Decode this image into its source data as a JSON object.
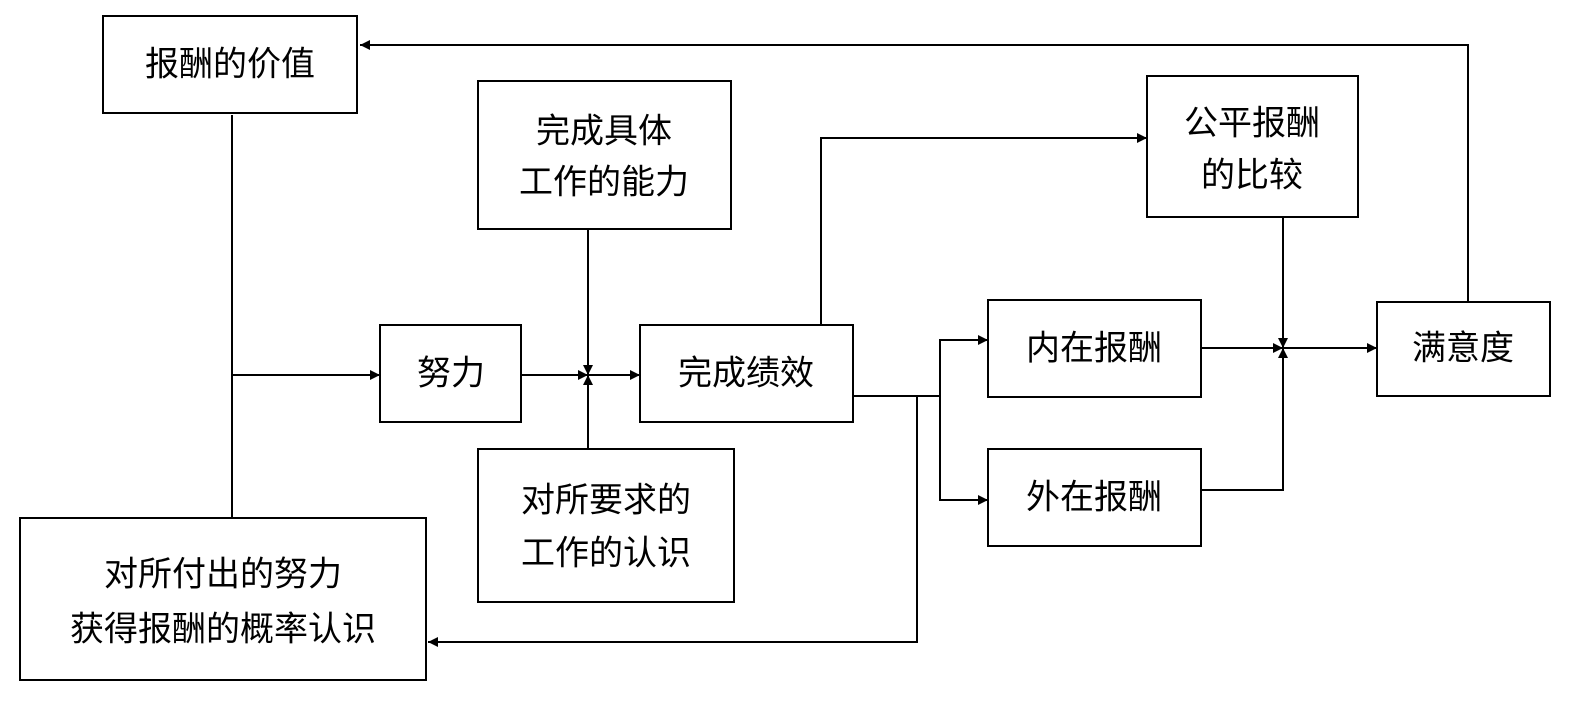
{
  "diagram": {
    "nodes": {
      "reward_value": {
        "lines": [
          "报酬的价值"
        ]
      },
      "ability": {
        "lines": [
          "完成具体",
          "工作的能力"
        ]
      },
      "equity": {
        "lines": [
          "公平报酬",
          "的比较"
        ]
      },
      "effort": {
        "lines": [
          "努力"
        ]
      },
      "performance": {
        "lines": [
          "完成绩效"
        ]
      },
      "intrinsic": {
        "lines": [
          "内在报酬"
        ]
      },
      "satisfaction": {
        "lines": [
          "满意度"
        ]
      },
      "role_perception": {
        "lines": [
          "对所要求的",
          "工作的认识"
        ]
      },
      "extrinsic": {
        "lines": [
          "外在报酬"
        ]
      },
      "probability": {
        "lines": [
          "对所付出的努力",
          "获得报酬的概率认识"
        ]
      }
    },
    "colors": {
      "stroke": "#000000",
      "background": "#ffffff"
    }
  }
}
